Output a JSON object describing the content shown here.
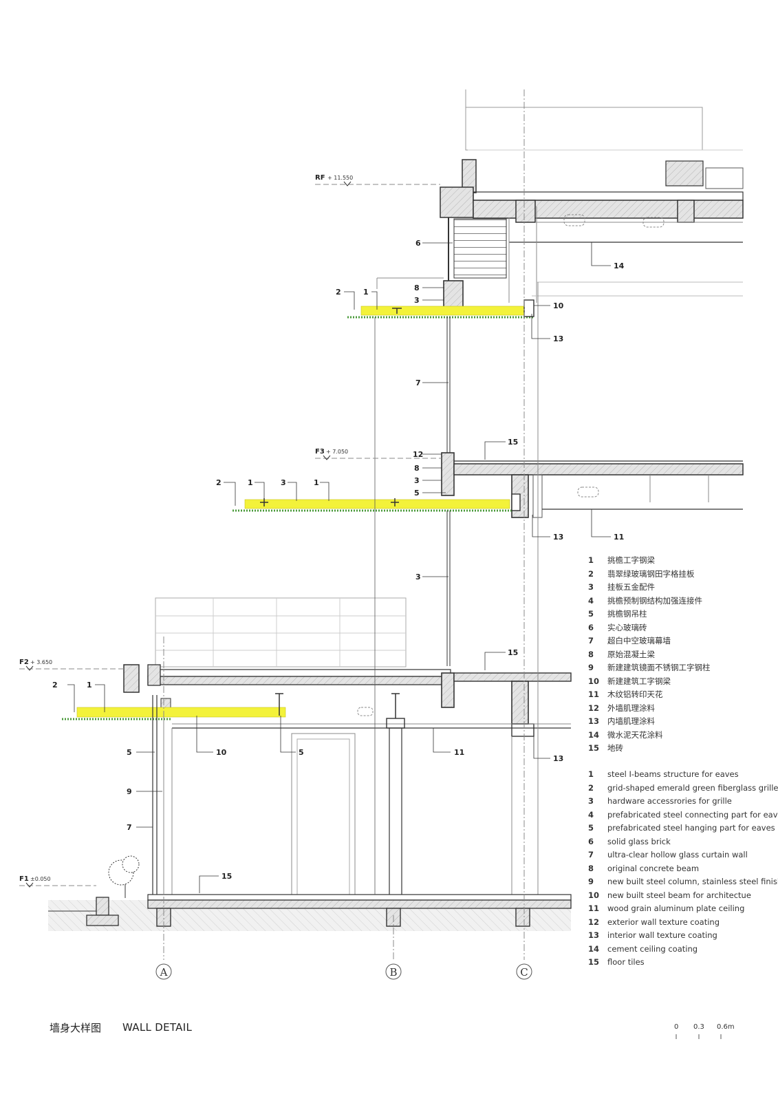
{
  "levels": [
    {
      "name": "RF",
      "value": "+ 11.550"
    },
    {
      "name": "F3",
      "value": "+ 7.050"
    },
    {
      "name": "F2",
      "value": "+ 3.650"
    },
    {
      "name": "F1",
      "value": "±0.050"
    }
  ],
  "callouts": {
    "rf_6": "6",
    "rf_14": "14",
    "up_2": "2",
    "up_1": "1",
    "up_8": "8",
    "up_3": "3",
    "up_10": "10",
    "up_13": "13",
    "mid_7": "7",
    "f3_15": "15",
    "f3_12": "12",
    "f3_8": "8",
    "f3_3": "3",
    "f3_5": "5",
    "f3_2": "2",
    "f3_1a": "1",
    "f3_3b": "3",
    "f3_1b": "1",
    "f3_13": "13",
    "f3_11": "11",
    "low_3": "3",
    "f2_15": "15",
    "f2_2": "2",
    "f2_1": "1",
    "f2_5a": "5",
    "f2_10": "10",
    "f2_5b": "5",
    "f2_11": "11",
    "f2_13": "13",
    "f2_9": "9",
    "f2_7": "7",
    "f1_15": "15"
  },
  "axes": [
    "A",
    "B",
    "C"
  ],
  "legend_cn": [
    {
      "num": "1",
      "text": "挑檐工字钢梁"
    },
    {
      "num": "2",
      "text": "翡翠绿玻璃钢田字格挂板"
    },
    {
      "num": "3",
      "text": "挂板五金配件"
    },
    {
      "num": "4",
      "text": "挑檐预制钢结构加强连接件"
    },
    {
      "num": "5",
      "text": "挑檐钢吊柱"
    },
    {
      "num": "6",
      "text": "实心玻璃砖"
    },
    {
      "num": "7",
      "text": "超白中空玻璃幕墙"
    },
    {
      "num": "8",
      "text": "原始混凝土梁"
    },
    {
      "num": "9",
      "text": "新建建筑镜面不锈钢工字钢柱"
    },
    {
      "num": "10",
      "text": "新建建筑工字钢梁"
    },
    {
      "num": "11",
      "text": "木纹铝转印天花"
    },
    {
      "num": "12",
      "text": "外墙肌理涂料"
    },
    {
      "num": "13",
      "text": "内墙肌理涂料"
    },
    {
      "num": "14",
      "text": "微水泥天花涂料"
    },
    {
      "num": "15",
      "text": "地砖"
    }
  ],
  "legend_en": [
    {
      "num": "1",
      "text": "steel I-beams structure for eaves"
    },
    {
      "num": "2",
      "text": "grid-shaped emerald green fiberglass grille"
    },
    {
      "num": "3",
      "text": "hardware accessrories for grille"
    },
    {
      "num": "4",
      "text": "prefabricated steel connecting part for eaves"
    },
    {
      "num": "5",
      "text": "prefabricated steel hanging part for eaves"
    },
    {
      "num": "6",
      "text": "solid glass brick"
    },
    {
      "num": "7",
      "text": "ultra-clear hollow glass curtain wall"
    },
    {
      "num": "8",
      "text": "original concrete beam"
    },
    {
      "num": "9",
      "text": "new built steel column, stainless steel finish"
    },
    {
      "num": "10",
      "text": "new built steel beam for architectue"
    },
    {
      "num": "11",
      "text": "wood grain aluminum plate ceiling"
    },
    {
      "num": "12",
      "text": "exterior wall texture coating"
    },
    {
      "num": "13",
      "text": "interior wall texture coating"
    },
    {
      "num": "14",
      "text": "cement ceiling coating"
    },
    {
      "num": "15",
      "text": "floor tiles"
    }
  ],
  "title": {
    "cn": "墙身大样图",
    "en": "WALL DETAIL"
  },
  "scale": [
    "0",
    "0.3",
    "0.6m"
  ],
  "colors": {
    "eave_highlight": "#f3f23a",
    "grille_green": "#4a9a3a",
    "concrete_hatch": "#bdbdbd",
    "line": "#333333"
  }
}
